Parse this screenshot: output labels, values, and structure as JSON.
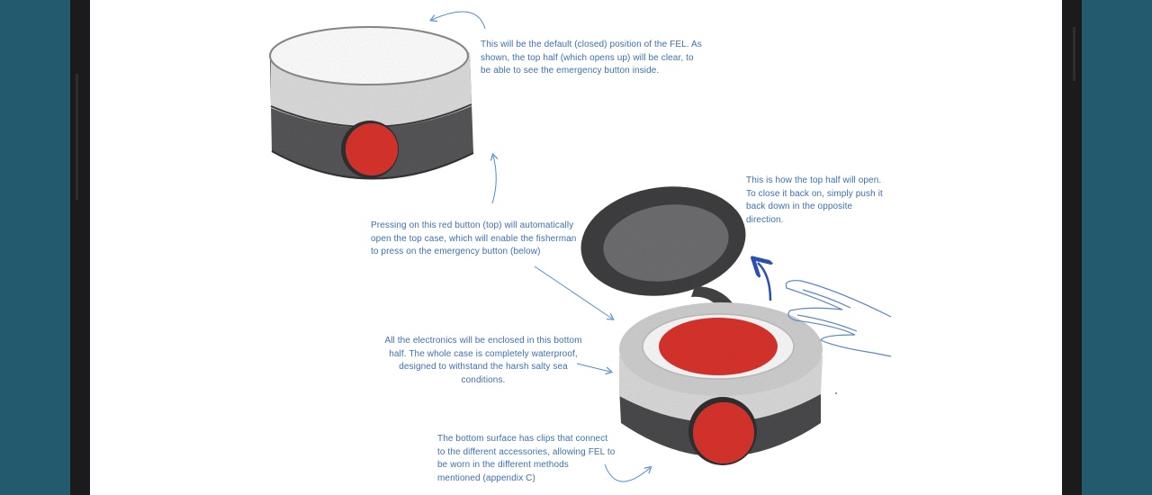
{
  "annotations": {
    "closed_position": "This will be the default (closed) position of the FEL. As\nshown, the top half (which opens up) will be clear, to\nbe able to see the emergency button inside.",
    "top_open": "This is how the top half will open.\nTo close it back on, simply push it\nback down in the opposite\ndirection.",
    "red_button": "Pressing on this red button (top) will automatically\nopen the top case, which will enable the fisherman\nto press on the emergency button (below)",
    "electronics": "All the electronics will be enclosed in this bottom\nhalf. The whole case is completely waterproof,\ndesigned to withstand the harsh salty sea\nconditions.",
    "bottom_clips": "The bottom surface has clips that connect\nto the different accessories, allowing FEL to\nbe worn in the different methods\nmentioned (appendix C)"
  },
  "colors": {
    "annotation_text": "#3d6fb8",
    "button_red": "#d8332c",
    "case_dark": "#4a4a4c",
    "background": "#235a6e"
  }
}
